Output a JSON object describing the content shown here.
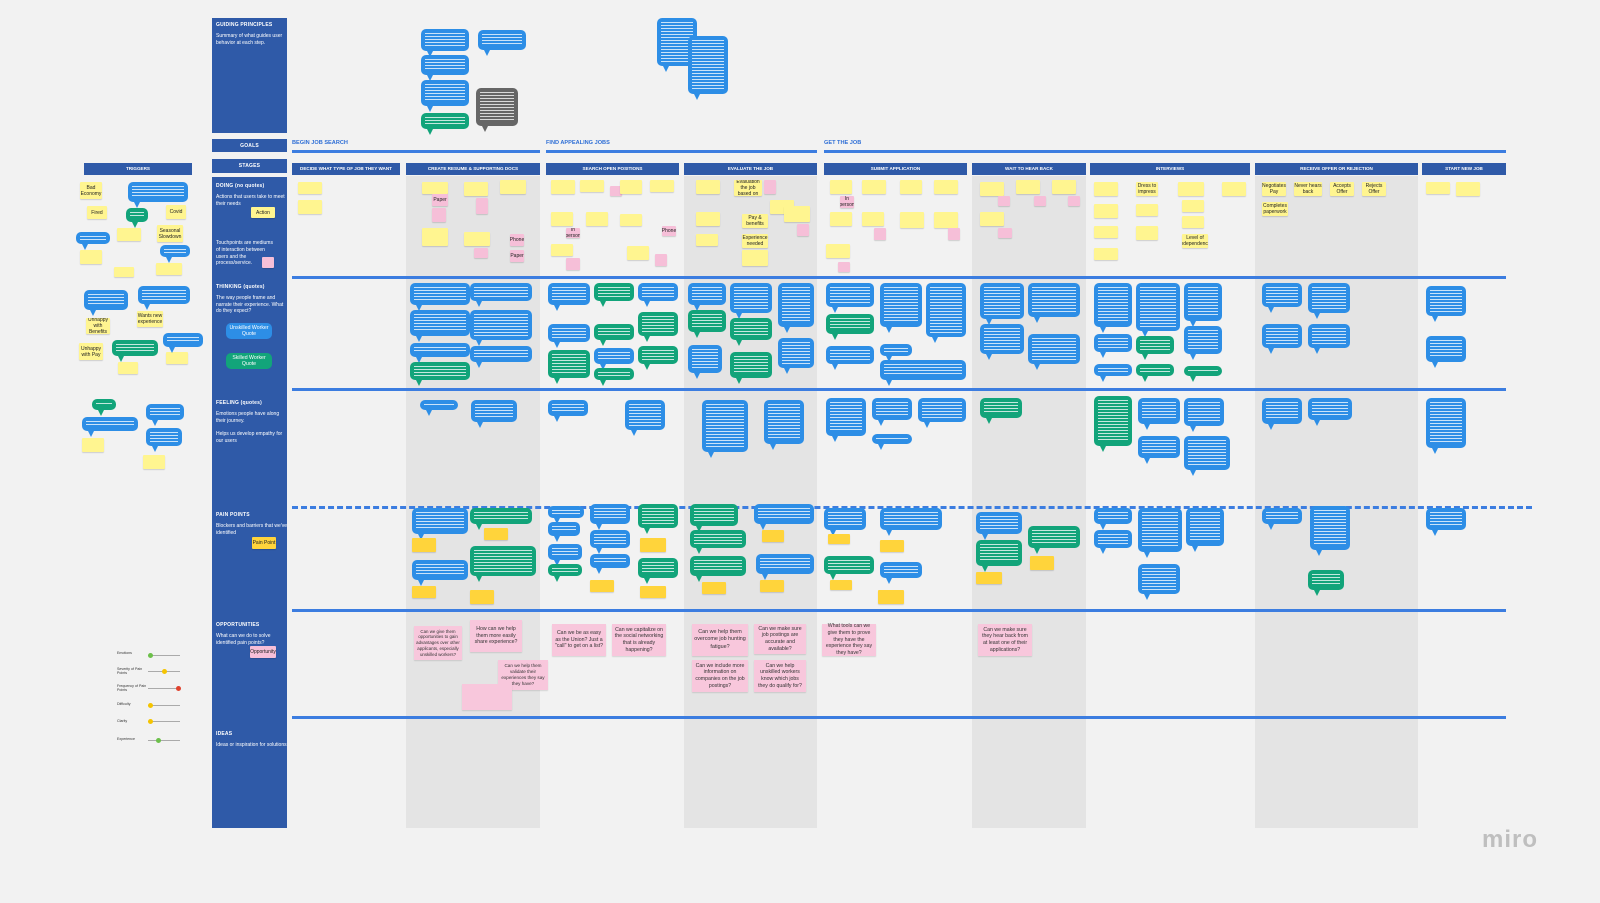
{
  "sidebar": {
    "guiding": {
      "title": "GUIDING PRINCIPLES",
      "desc": "Summary of what guides user behavior at each step."
    },
    "goals": {
      "title": "GOALS"
    },
    "stages": {
      "title": "STAGES"
    },
    "doing": {
      "title": "DOING (no quotes)",
      "desc": "Actions that users take to meet their needs",
      "touch": "Touchpoints are mediums of interaction between users and the process/service.",
      "action_tag": "Action"
    },
    "thinking": {
      "title": "THINKING (quotes)",
      "desc": "The way people frame and narrate their experience. What do they expect?",
      "unskilled": "Unskilled Worker Quote",
      "skilled": "Skilled Worker Quote"
    },
    "feeling": {
      "title": "FEELING (quotes)",
      "desc": "Emotions people have along their journey.",
      "desc2": "Helps us develop empathy for our users"
    },
    "pain": {
      "title": "PAIN POINTS",
      "desc": "Blockers and barriers that we've identified",
      "tag": "Pain Point"
    },
    "opportunities": {
      "title": "OPPORTUNITIES",
      "desc": "What can we do to solve identified pain points?",
      "tag": "Opportunity"
    },
    "ideas": {
      "title": "IDEAS",
      "desc": "Ideas or inspiration for solutions"
    }
  },
  "triggers": {
    "header": "TRIGGERS",
    "notes": [
      "Bad Economy",
      "Fired",
      "Covid",
      "Seasonal Slowdown",
      "Unhappy with Benefits",
      "Wants new experience",
      "Unhappy with Pay"
    ]
  },
  "phases": [
    "BEGIN JOB SEARCH",
    "FIND APPEALING JOBS",
    "GET THE JOB"
  ],
  "stages": [
    "DECIDE WHAT TYPE OF JOB THEY WANT",
    "CREATE RESUME & SUPPORTING DOCS",
    "SEARCH OPEN POSITIONS",
    "EVALUATE THE JOB",
    "SUBMIT APPLICATION",
    "WAIT TO HEAR BACK",
    "INTERVIEWS",
    "RECEIVE OFFER OR REJECTION",
    "START NEW JOB"
  ],
  "doing_notes": {
    "resume": [
      "Paper",
      "Phone",
      "Paper"
    ],
    "search": [
      "In person",
      "Phone"
    ],
    "evaluate": [
      "Evaluation the job based on",
      "Pay & benefits",
      "Experience needed"
    ],
    "submit": [
      "In person"
    ],
    "interviews": [
      "Dress to impress",
      "Level of independence"
    ],
    "offer": [
      "Negotiates Pay",
      "Never hears back",
      "Accepts Offer",
      "Rejects Offer",
      "Completes paperwork"
    ]
  },
  "scale_labels": [
    "Emotions",
    "Severity of Pain Points",
    "Frequency of Pain Points",
    "Difficulty",
    "Clarity",
    "Experience"
  ],
  "opportunities": [
    "Can we give them opportunities to gain advantages over other applicants, especially unskilled workers?",
    "How can we help them more easily share experience?",
    "Can we help them validate their experiences they say they have?",
    "Can we be as easy as the Union? Just a \"call\" to get on a list?",
    "Can we capitalize on the social networking that is already happening?",
    "Can we help them overcome job hunting fatigue?",
    "Can we make sure job postings are accurate and available?",
    "Can we include more information on companies on the job postings?",
    "Can we help unskilled workers know which jobs they do qualify for?",
    "What tools can we give them to prove they have the experience they say they have?",
    "Can we make sure they hear back from at least one of their applications?"
  ],
  "brand": "miro",
  "colors": {
    "panel": "#2f5aa8",
    "line": "#3c7de0",
    "bubble_blue": "#2d8ee6",
    "bubble_green": "#12a47a",
    "sticky_yellow": "#fff590",
    "sticky_pink": "#f6bfd8"
  }
}
